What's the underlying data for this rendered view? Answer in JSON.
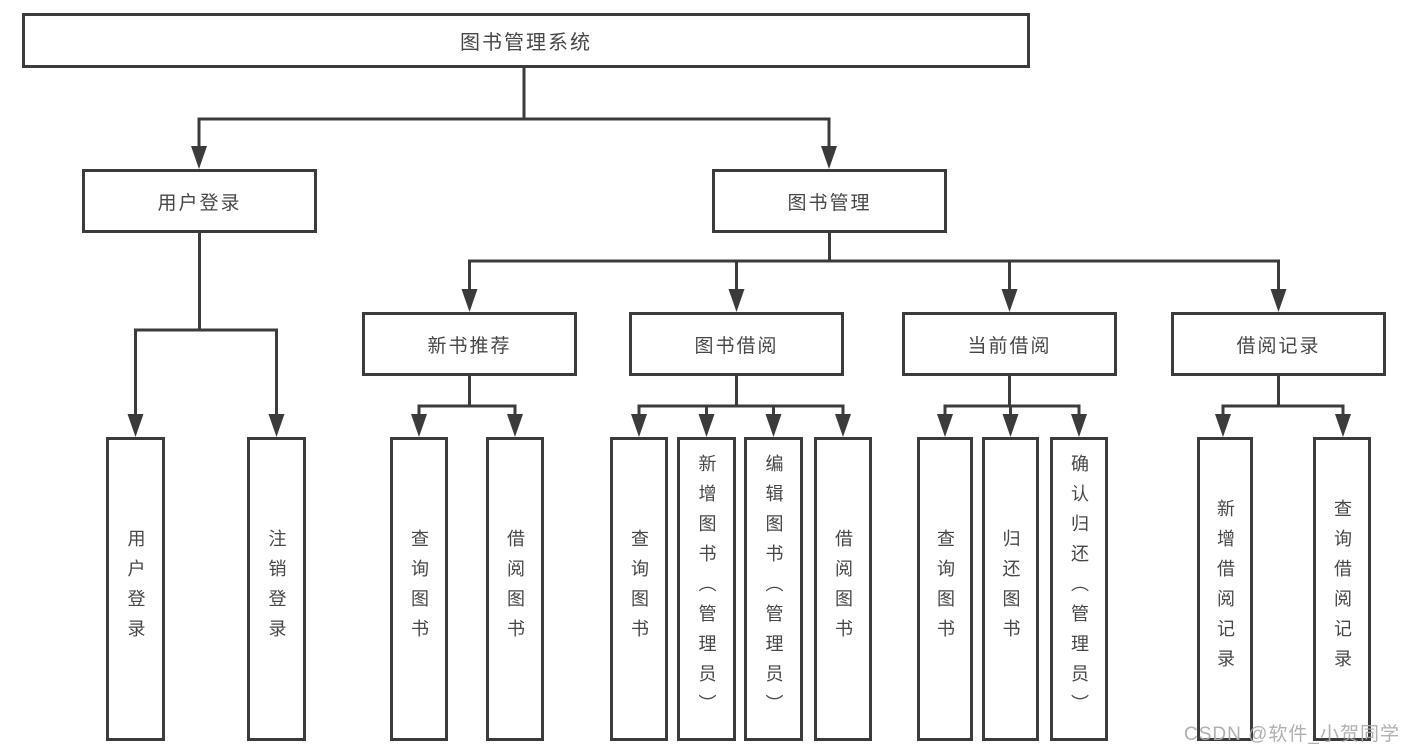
{
  "watermark": {
    "text": "CSDN @软件_小贺同学"
  },
  "colors": {
    "line": "#3b3b3b",
    "box_border": "#3b3b3b",
    "box_fill": "#ffffff",
    "text": "#474747",
    "watermark": "#acacac"
  },
  "tree": {
    "label": "图书管理系统",
    "children": [
      {
        "label": "用户登录",
        "children": [
          {
            "label": "用户登录"
          },
          {
            "label": "注销登录"
          }
        ]
      },
      {
        "label": "图书管理",
        "children": [
          {
            "label": "新书推荐",
            "children": [
              {
                "label": "查询图书"
              },
              {
                "label": "借阅图书"
              }
            ]
          },
          {
            "label": "图书借阅",
            "children": [
              {
                "label": "查询图书"
              },
              {
                "label": "新增图书（管理员）"
              },
              {
                "label": "编辑图书（管理员）"
              },
              {
                "label": "借阅图书"
              }
            ]
          },
          {
            "label": "当前借阅",
            "children": [
              {
                "label": "查询图书"
              },
              {
                "label": "归还图书"
              },
              {
                "label": "确认归还（管理员）"
              }
            ]
          },
          {
            "label": "借阅记录",
            "children": [
              {
                "label": "新增借阅记录"
              },
              {
                "label": "查询借阅记录"
              }
            ]
          }
        ]
      }
    ]
  }
}
